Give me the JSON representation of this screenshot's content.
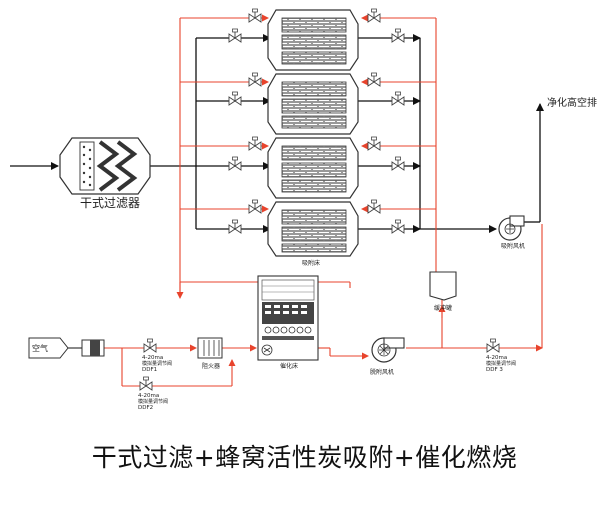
{
  "labels": {
    "dry_filter": "干式过滤器",
    "outlet": "净化高空排",
    "adsorption_bed": "吸附床",
    "fan_main": "吸附风机",
    "air_inlet": "空气",
    "flame_arrester": "阻火器",
    "catalytic_bed": "催化床",
    "desorption_fan": "脱附风机",
    "buffer_tank": "缓冲罐",
    "ddf1_range": "4-20ma",
    "ddf1_desc": "模拟量调节阀",
    "ddf1_name": "DDF1",
    "ddf2_range": "4-20ma",
    "ddf2_desc": "模拟量调节阀",
    "ddf2_name": "DDF2",
    "ddf3_range": "4-20ma",
    "ddf3_desc": "模拟量调节阀",
    "ddf3_name": "DDF 3"
  },
  "caption": "干式过滤+蜂窝活性炭吸附+催化燃烧",
  "colors": {
    "main_flow": "#111111",
    "hot_flow": "#e8432c"
  }
}
